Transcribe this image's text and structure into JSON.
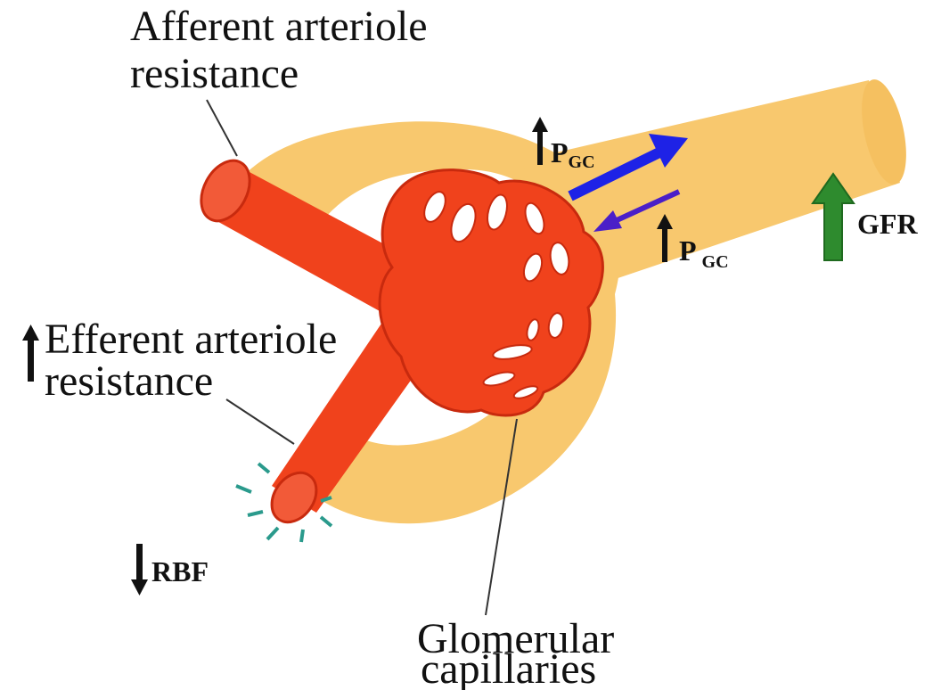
{
  "labels": {
    "afferent_line1": "Afferent arteriole",
    "afferent_line2": "resistance",
    "efferent_line1": "Efferent arteriole",
    "efferent_line2": "resistance",
    "pgc_upper_main": "P",
    "pgc_upper_sub": "GC",
    "pgc_lower_main": "P",
    "pgc_lower_sub": "GC",
    "gfr": "GFR",
    "rbf": "RBF",
    "glomerular_line1": "Glomerular",
    "glomerular_line2": "capillaries"
  },
  "indicators": {
    "efferent_resistance": "increase",
    "pgc_upper": "increase",
    "pgc_lower": "increase",
    "gfr": "increase",
    "rbf": "decrease"
  },
  "colors": {
    "capsule": "#F8C86E",
    "vessel": "#F0421C",
    "vessel_dark": "#C82A0E",
    "filtration_arrow": "#1E22E6",
    "return_arrow": "#4A1FC8",
    "gfr_arrow": "#2E8B2E",
    "constriction_marks": "#2A9A8C",
    "text": "#111111"
  }
}
